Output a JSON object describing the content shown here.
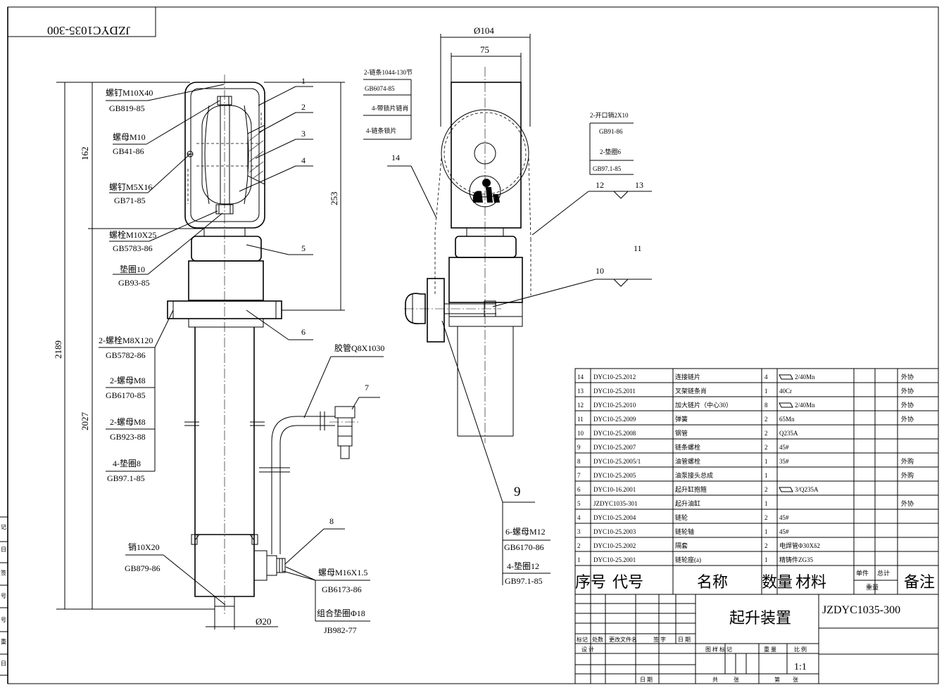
{
  "drawing_no_mirrored": "JZDYC1035-300",
  "title_block": {
    "name": "起升装置",
    "drawing_no": "JZDYC1035-300",
    "scale": "1:1",
    "headers": {
      "seq": "序号",
      "code": "代号",
      "name": "名称",
      "qty": "数量",
      "material": "材料",
      "unit": "单件",
      "total": "总计",
      "weight": "重量",
      "remark": "备注"
    },
    "row_labels": {
      "mark": "标记",
      "count": "处数",
      "doc": "更改文件名",
      "sign": "签 字",
      "date": "日 期",
      "design": "设 计",
      "date2": "日 期",
      "stage": "图 样 标 记",
      "wt": "重 量",
      "ratio": "比 例",
      "total_sheets": "共",
      "sheet": "张",
      "nth": "第",
      "sheet2": "张"
    }
  },
  "parts": [
    {
      "no": "14",
      "code": "DYC10-25.2012",
      "name": "连接链片",
      "qty": "4",
      "material": "2/40Mn",
      "plate": true,
      "remark": "外协"
    },
    {
      "no": "13",
      "code": "DYC10-25.2011",
      "name": "叉架链条肖",
      "qty": "1",
      "material": "40Cr",
      "plate": false,
      "remark": "外协"
    },
    {
      "no": "12",
      "code": "DYC10-25.2010",
      "name": "加大链片（中心30）",
      "qty": "8",
      "material": "2/40Mn",
      "plate": true,
      "remark": "外协"
    },
    {
      "no": "11",
      "code": "DYC10-25.2009",
      "name": "弹簧",
      "qty": "2",
      "material": "65Mn",
      "plate": false,
      "remark": "外协"
    },
    {
      "no": "10",
      "code": "DYC10-25.2008",
      "name": "钢管",
      "qty": "2",
      "material": "Q235A",
      "plate": false,
      "remark": ""
    },
    {
      "no": "9",
      "code": "DYC10-25.2007",
      "name": "链条螺栓",
      "qty": "2",
      "material": "45#",
      "plate": false,
      "remark": ""
    },
    {
      "no": "8",
      "code": "DYC10-25.2005/1",
      "name": "油管螺栓",
      "qty": "1",
      "material": "35#",
      "plate": false,
      "remark": "外购"
    },
    {
      "no": "7",
      "code": "DYC10-25.2005",
      "name": "油泵接头总成",
      "qty": "1",
      "material": "",
      "plate": false,
      "remark": "外购"
    },
    {
      "no": "6",
      "code": "DYC10-16.2001",
      "name": "起升缸抱箍",
      "qty": "2",
      "material": "3/Q235A",
      "plate": true,
      "remark": ""
    },
    {
      "no": "5",
      "code": "JZDYC1035-301",
      "name": "起升油缸",
      "qty": "1",
      "material": "",
      "plate": false,
      "remark": "外协"
    },
    {
      "no": "4",
      "code": "DYC10-25.2004",
      "name": "链轮",
      "qty": "2",
      "material": "45#",
      "plate": false,
      "remark": ""
    },
    {
      "no": "3",
      "code": "DYC10-25.2003",
      "name": "链轮轴",
      "qty": "1",
      "material": "45#",
      "plate": false,
      "remark": ""
    },
    {
      "no": "2",
      "code": "DYC10-25.2002",
      "name": "隔套",
      "qty": "2",
      "material": "电焊管Φ30Xδ2",
      "plate": false,
      "remark": ""
    },
    {
      "no": "1",
      "code": "DYC10-25.2001",
      "name": "链轮座(a)",
      "qty": "1",
      "material": "精铸件ZG35",
      "plate": false,
      "remark": ""
    }
  ],
  "dims": {
    "d2189": "2189",
    "d2027": "2027",
    "d162": "162",
    "d253": "253",
    "d104": "Ø104",
    "d75": "75",
    "d20": "Ø20"
  },
  "left_labels": [
    {
      "top": "螺钉M10X40",
      "bot": "GB819-85"
    },
    {
      "top": "螺母M10",
      "bot": "GB41-86"
    },
    {
      "top": "螺钉M5X16",
      "bot": "GB71-85"
    },
    {
      "top": "螺栓M10X25",
      "bot": "GB5783-86"
    },
    {
      "top": "垫圈10",
      "bot": "GB93-85"
    },
    {
      "top": "2-螺栓M8X120",
      "bot": "GB5782-86"
    },
    {
      "top": "2-螺母M8",
      "bot": "GB6170-85"
    },
    {
      "top": "2-螺母M8",
      "bot": "GB923-88"
    },
    {
      "top": "4-垫圈8",
      "bot": "GB97.1-85"
    },
    {
      "top": "销10X20",
      "bot": "GB879-86"
    }
  ],
  "balloons": [
    "1",
    "2",
    "3",
    "4",
    "5",
    "6",
    "7",
    "8",
    "9",
    "10",
    "11",
    "12",
    "13",
    "14"
  ],
  "mid_labels": {
    "hose": "胶管Q8X1030",
    "nut16": "螺母M16X1.5",
    "nut16_std": "GB6173-86",
    "washer18": "组合垫圈Φ18",
    "washer18_std": "JB982-77",
    "chain": "2-链条1044-130节",
    "chain_std": "GB6074-85",
    "pin_link": "4-带锁片链肖",
    "lock": "4-链条锁片",
    "cotter": "2-开口销2X10",
    "cotter_std": "GB91-86",
    "washer6": "2-垫圈6",
    "washer6_std": "GB97.1-85",
    "nut12": "6-螺母M12",
    "nut12_std": "GB6170-86",
    "washer12": "4-垫圈12",
    "washer12_std": "GB97.1-85"
  },
  "side_strip": [
    "记",
    "日",
    "签",
    "号",
    "号",
    "重",
    "日"
  ]
}
